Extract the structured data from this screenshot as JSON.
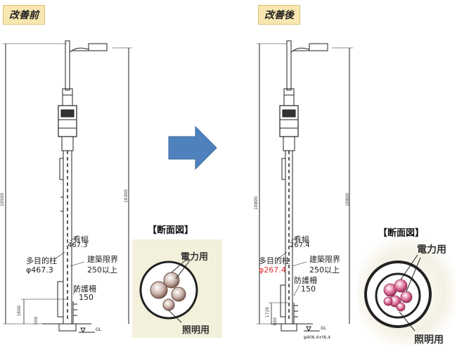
{
  "before": {
    "tag": "改善前",
    "pole_label_line1": "多目的柱",
    "pole_label_line2": "φ467.3",
    "width_label": "有幅",
    "width_value": "467.3",
    "clearance_line1": "建築限界",
    "clearance_line2": "250以上",
    "guard_label": "防護柵",
    "guard_value": "150",
    "dim_total": "10500",
    "dim_right": "10300",
    "dim_low": "1600",
    "dim_base": "200",
    "gl": "GL",
    "section_title": "【断面図】",
    "power_label": "電力用",
    "lighting_label": "照明用"
  },
  "after": {
    "tag": "改善後",
    "pole_label_line1": "多目的柱",
    "pole_label_line2": "φ267.4",
    "width_label": "有幅",
    "width_value": "267.4",
    "clearance_line1": "建築限界",
    "clearance_line2": "250以上",
    "guard_label": "防護柵",
    "guard_value": "150",
    "dim_total": "10800",
    "dim_right": "10800",
    "dim_low": "1720",
    "dim_base": "600",
    "gl": "GL",
    "base_note": "φ406.4×t6.4",
    "section_title": "【断面図】",
    "power_label": "電力用",
    "lighting_label": "照明用"
  },
  "colors": {
    "arrow": "#4f81bd",
    "tag_bg": "#f8e7b0",
    "highlight_red": "#e03030",
    "section_bg_before": "#f3f1dc",
    "pipe_pink": "#d35b86"
  }
}
